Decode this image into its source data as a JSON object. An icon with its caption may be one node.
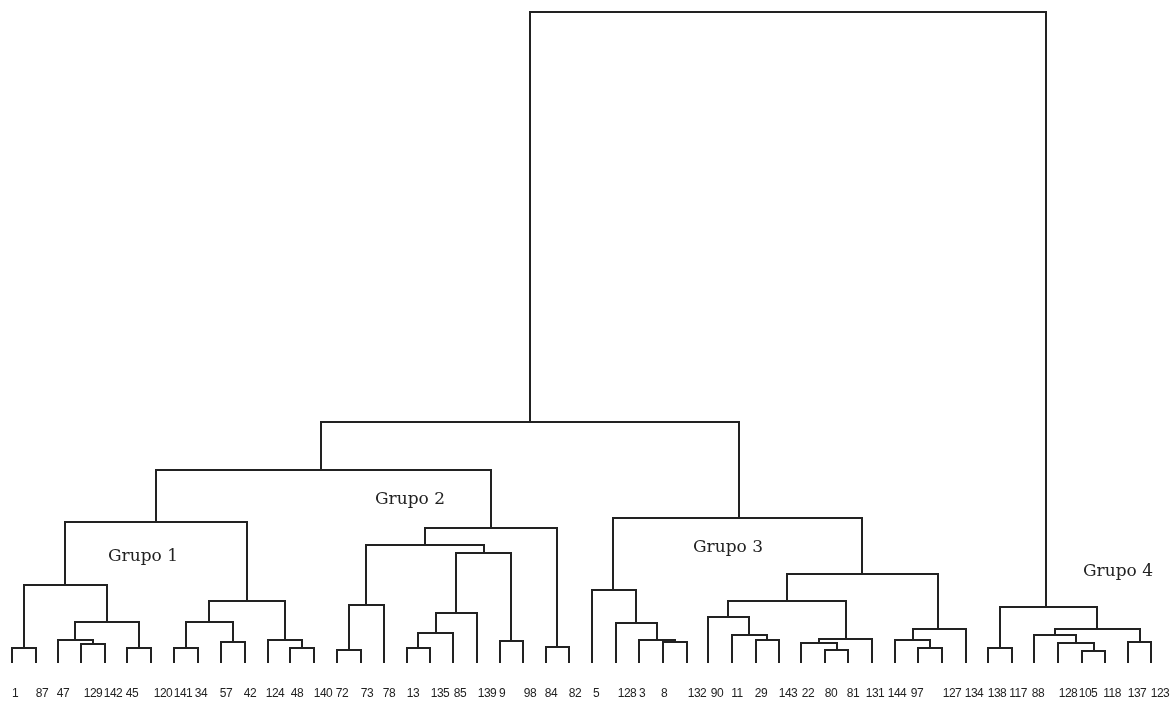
{
  "diagram": {
    "labels": [
      "Grupo 2",
      "Grupo 1",
      "Grupo 3",
      "Grupo 4",
      "1",
      "87",
      "47",
      "129",
      "142",
      "45",
      "120",
      "141",
      "34",
      "57",
      "42",
      "124",
      "48",
      "140",
      "72",
      "73",
      "78",
      "13",
      "135",
      "85",
      "139",
      "9",
      "98",
      "84",
      "82",
      "5",
      "128",
      "3",
      "8",
      "132",
      "90",
      "11",
      "29",
      "143",
      "22",
      "80",
      "81",
      "131",
      "144",
      "97",
      "127",
      "134",
      "138",
      "117",
      "88",
      "128",
      "105",
      "118",
      "137",
      "123"
    ]
  }
}
